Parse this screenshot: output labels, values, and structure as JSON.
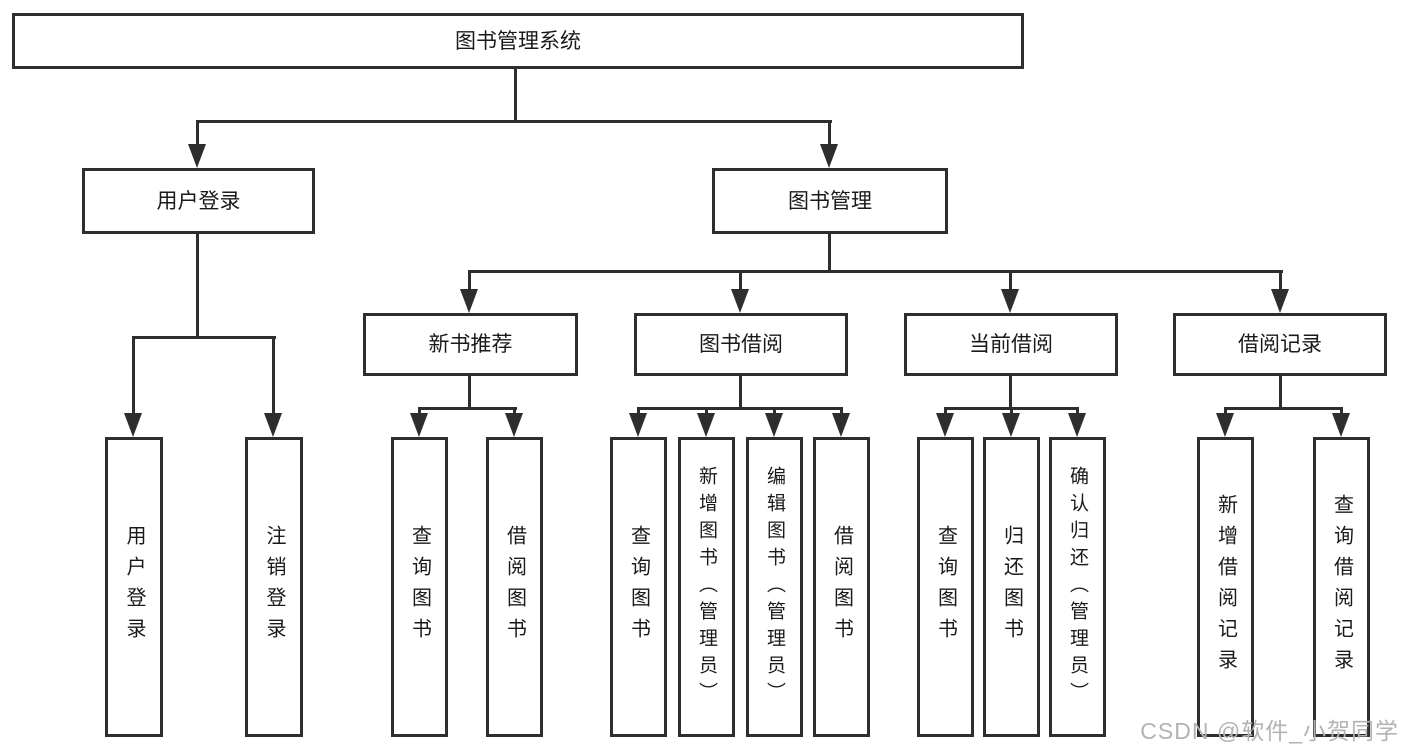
{
  "diagram": {
    "tree": {
      "label": "图书管理系统",
      "children": [
        {
          "label": "用户登录",
          "children": [
            {
              "label": "用户登录"
            },
            {
              "label": "注销登录"
            }
          ]
        },
        {
          "label": "图书管理",
          "children": [
            {
              "label": "新书推荐",
              "children": [
                {
                  "label": "查询图书"
                },
                {
                  "label": "借阅图书"
                }
              ]
            },
            {
              "label": "图书借阅",
              "children": [
                {
                  "label": "查询图书"
                },
                {
                  "label": "新增图书（管理员）"
                },
                {
                  "label": "编辑图书（管理员）"
                },
                {
                  "label": "借阅图书"
                }
              ]
            },
            {
              "label": "当前借阅",
              "children": [
                {
                  "label": "查询图书"
                },
                {
                  "label": "归还图书"
                },
                {
                  "label": "确认归还（管理员）"
                }
              ]
            },
            {
              "label": "借阅记录",
              "children": [
                {
                  "label": "新增借阅记录"
                },
                {
                  "label": "查询借阅记录"
                }
              ]
            }
          ]
        }
      ]
    },
    "colors": {
      "line": "#2e2e2e",
      "text": "#1a1a1a",
      "background": "#ffffff",
      "watermark": "#b3b3b3"
    }
  },
  "watermark": {
    "text": "CSDN @软件_小贺同学"
  }
}
